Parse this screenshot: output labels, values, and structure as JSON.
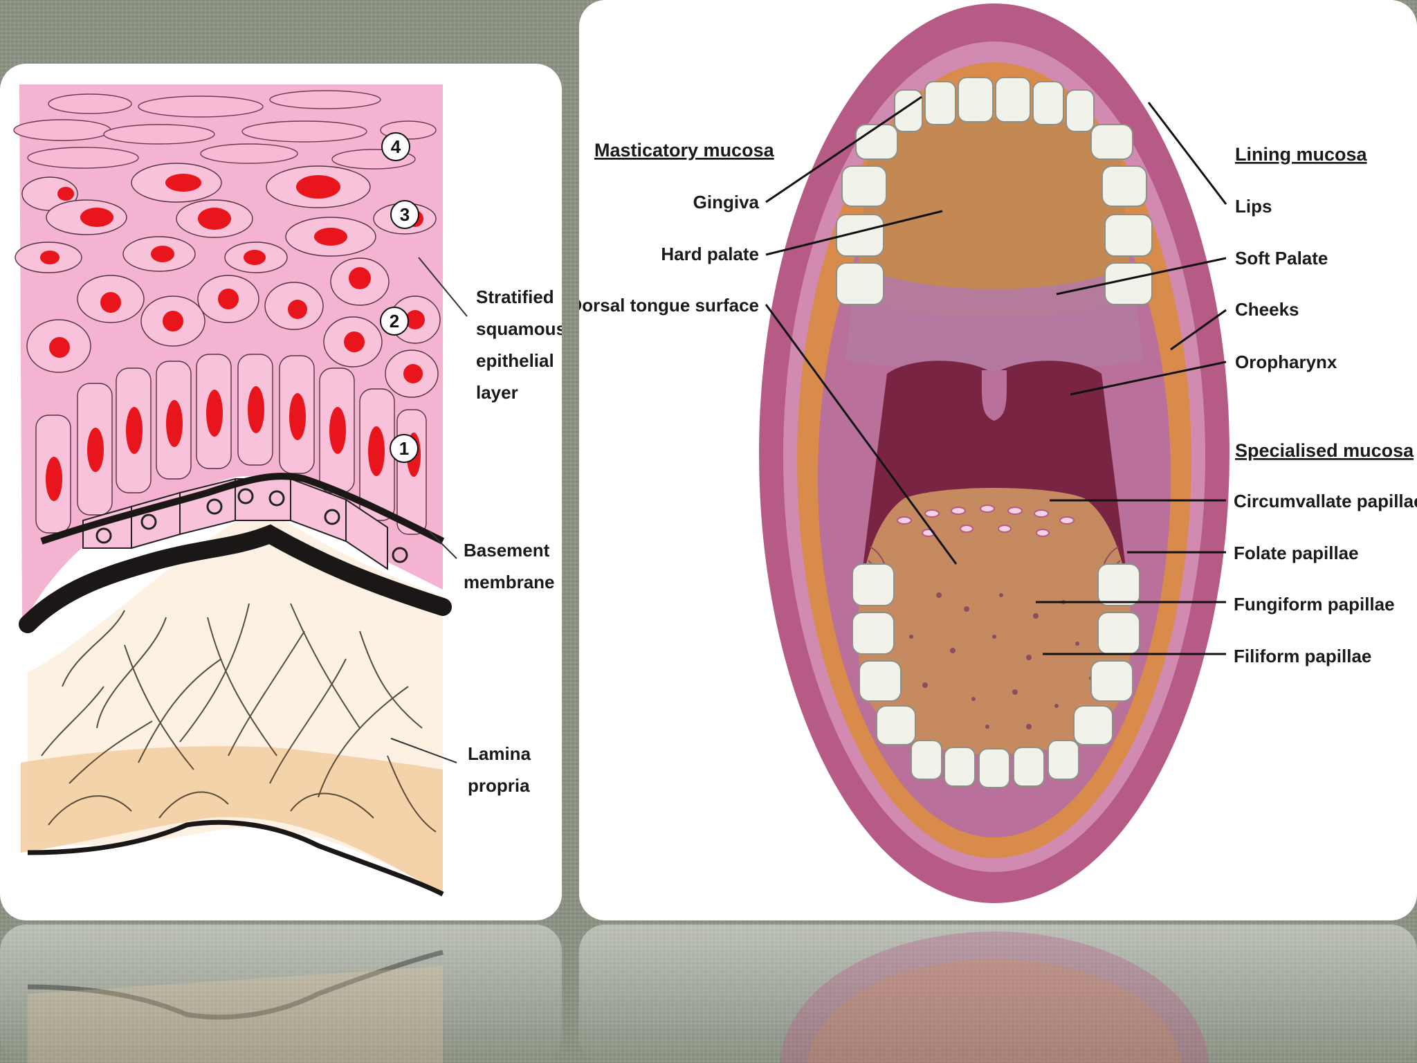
{
  "epithelium": {
    "layer_numbers": [
      "4",
      "3",
      "2",
      "1"
    ],
    "stratified_label": [
      "Stratified",
      "squamous",
      "epithelial",
      "layer"
    ],
    "basement_label": [
      "Basement",
      "membrane"
    ],
    "lamina_label": [
      "Lamina",
      "propria"
    ]
  },
  "mouth": {
    "masticatory_heading": "Masticatory mucosa",
    "gingiva": "Gingiva",
    "hard_palate": "Hard palate",
    "dorsal_tongue": "Dorsal tongue surface",
    "lining_heading": "Lining mucosa",
    "lips": "Lips",
    "soft_palate": "Soft Palate",
    "cheeks": "Cheeks",
    "oropharynx": "Oropharynx",
    "specialised_heading": "Specialised mucosa",
    "circumvallate": "Circumvallate papillae",
    "folate": "Folate papillae",
    "fungiform": "Fungiform papillae",
    "filiform": "Filiform papillae"
  },
  "colors": {
    "epithelium_pink": "#f2a6c8",
    "nucleus_red": "#e8161c",
    "lamina_tan": "#f3cfa4",
    "lip_pink": "#b65a86",
    "tongue_brown": "#c58a5f",
    "throat": "#7a2443",
    "background": "#8c9384"
  }
}
